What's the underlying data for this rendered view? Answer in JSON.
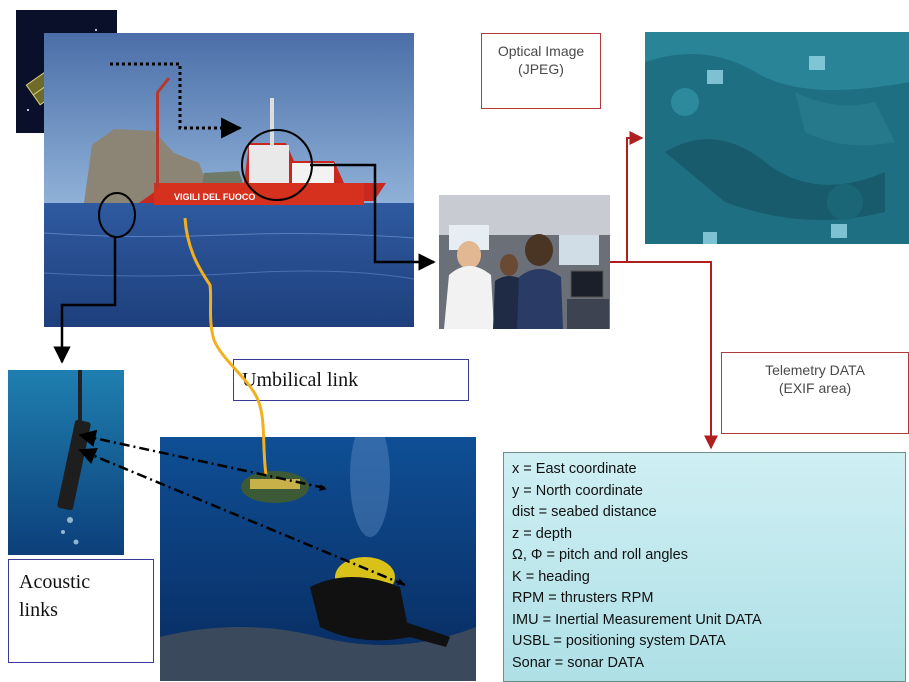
{
  "labels": {
    "optical_image": [
      "Optical Image",
      "(JPEG)"
    ],
    "telemetry": [
      "Telemetry DATA",
      "(EXIF area)"
    ],
    "umbilical": "Umbilical link",
    "acoustic": [
      "Acoustic",
      "links"
    ],
    "ship_name": "VIGILI DEL FUOCO"
  },
  "legend": [
    "x = East coordinate",
    "y = North coordinate",
    "dist = seabed distance",
    "z = depth",
    "Ω, Φ = pitch and roll angles",
    "K = heading",
    "RPM = thrusters RPM",
    "IMU = Inertial Measurement Unit DATA",
    "USBL = positioning system DATA",
    "Sonar = sonar DATA"
  ],
  "colors": {
    "data_arrow": "#b01e1e",
    "umbilical": "#f2b01e",
    "signal_arrow": "#000000",
    "label_border_red": "#b23a3a",
    "label_border_blue": "#3a3a9a"
  }
}
